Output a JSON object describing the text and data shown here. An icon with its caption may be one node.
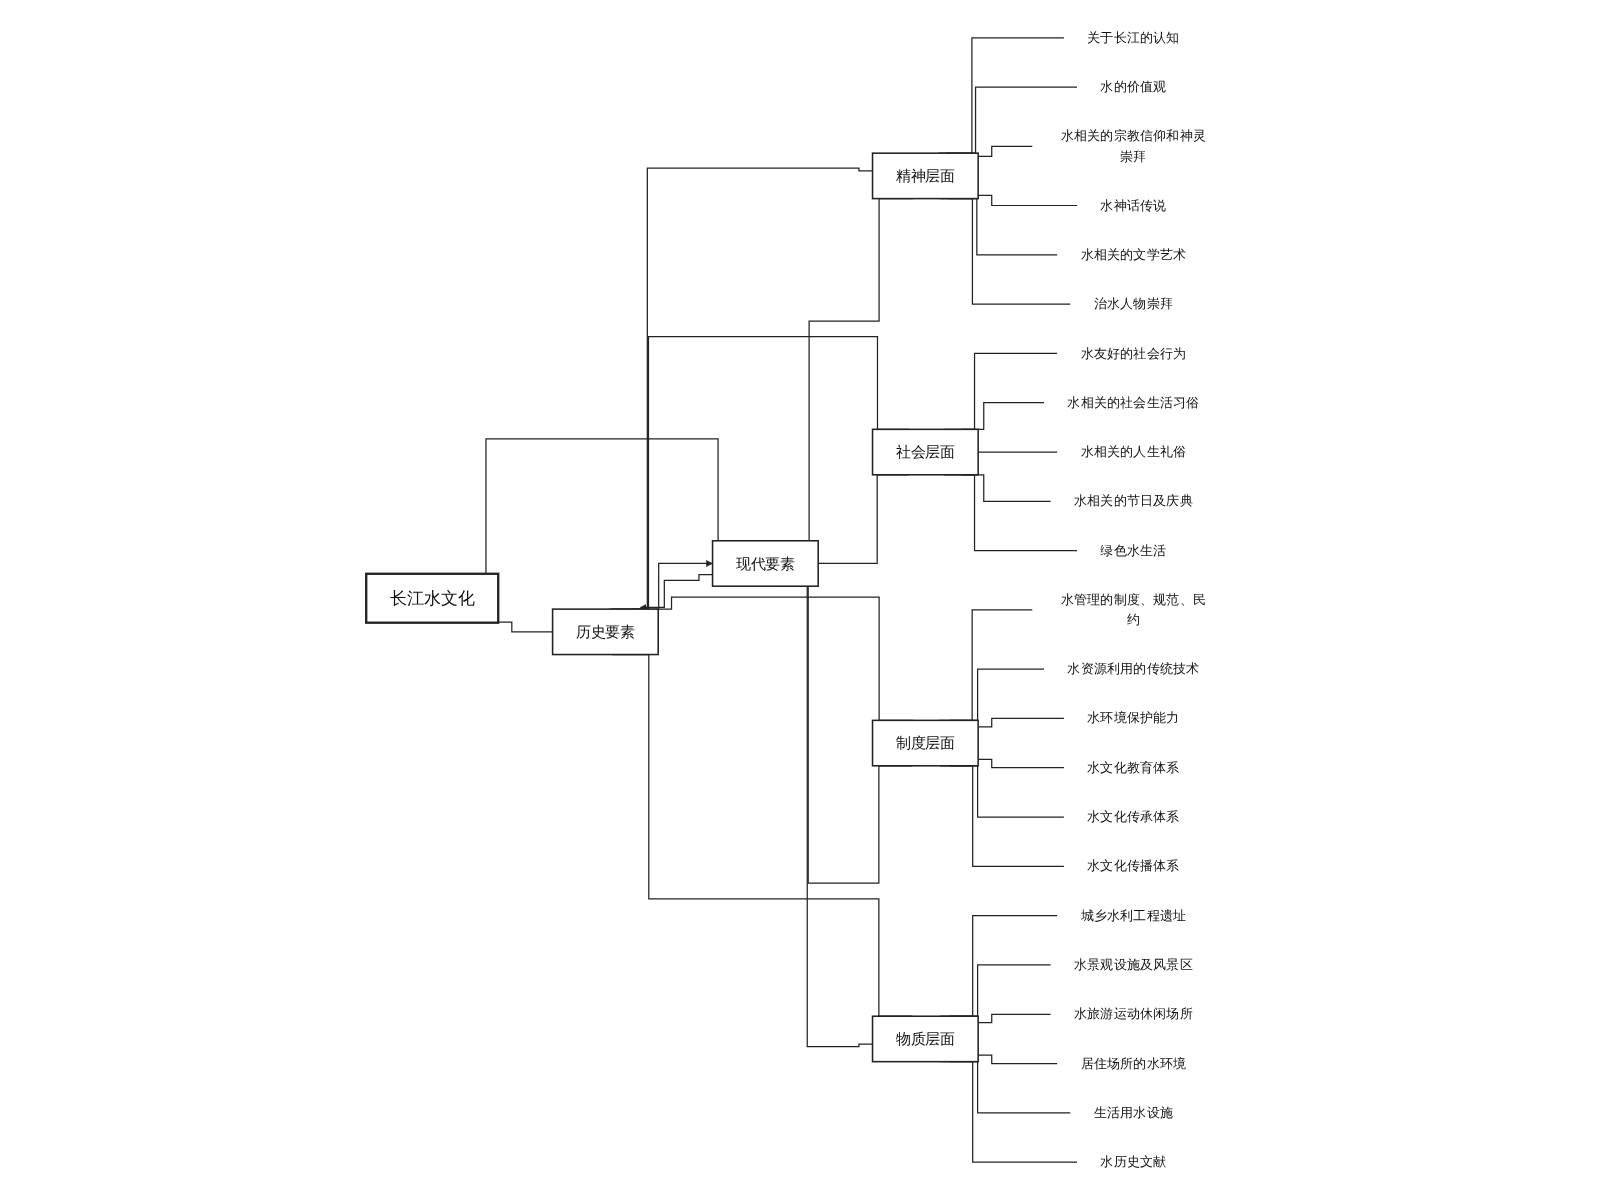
{
  "diagram": {
    "nodes": [
      {
        "text": [
          "长江水文化"
        ]
      },
      {
        "text": [
          "历史要素"
        ]
      },
      {
        "text": [
          "现代要素"
        ]
      },
      {
        "text": [
          "精神层面"
        ]
      },
      {
        "text": [
          "社会层面"
        ]
      },
      {
        "text": [
          "制度层面"
        ]
      },
      {
        "text": [
          "物质层面"
        ]
      },
      {
        "text": [
          "关于长江的认知"
        ]
      },
      {
        "text": [
          "水的价值观"
        ]
      },
      {
        "text": [
          "水相关的宗教信仰和神灵崇拜"
        ]
      },
      {
        "text": [
          "水神话传说"
        ]
      },
      {
        "text": [
          "水相关的文学艺术"
        ]
      },
      {
        "text": [
          "治水人物崇拜"
        ]
      },
      {
        "text": [
          "水友好的社会行为"
        ]
      },
      {
        "text": [
          "水相关的社会生活习俗"
        ]
      },
      {
        "text": [
          "水相关的人生礼俗"
        ]
      },
      {
        "text": [
          "水相关的节日及庆典"
        ]
      },
      {
        "text": [
          "绿色水生活"
        ]
      },
      {
        "text": [
          "水管理的制度、规范、民约"
        ]
      },
      {
        "text": [
          "水资源利用的传统技术"
        ]
      },
      {
        "text": [
          "水环境保护能力"
        ]
      },
      {
        "text": [
          "水文化教育体系"
        ]
      },
      {
        "text": [
          "水文化传承体系"
        ]
      },
      {
        "text": [
          "水文化传播体系"
        ]
      },
      {
        "text": [
          "城乡水利工程遗址"
        ]
      },
      {
        "text": [
          "水景观设施及风景区"
        ]
      },
      {
        "text": [
          "水旅游运动休闲场所"
        ]
      },
      {
        "text": [
          "居住场所的水环境"
        ]
      },
      {
        "text": [
          "生活用水设施"
        ]
      },
      {
        "text": [
          "水历史文献"
        ]
      }
    ],
    "edges": [
      {
        "from": 0,
        "to": 1,
        "arrow": "none"
      },
      {
        "from": 0,
        "to": 2,
        "arrow": "none"
      },
      {
        "from": 1,
        "to": 2,
        "arrow": "to"
      },
      {
        "from": 2,
        "to": 1,
        "arrow": "to"
      },
      {
        "from": 1,
        "to": 3,
        "arrow": "none"
      },
      {
        "from": 1,
        "to": 4,
        "arrow": "none"
      },
      {
        "from": 1,
        "to": 5,
        "arrow": "none"
      },
      {
        "from": 1,
        "to": 6,
        "arrow": "none"
      },
      {
        "from": 2,
        "to": 3,
        "arrow": "none"
      },
      {
        "from": 2,
        "to": 4,
        "arrow": "none"
      },
      {
        "from": 2,
        "to": 5,
        "arrow": "none"
      },
      {
        "from": 2,
        "to": 6,
        "arrow": "none"
      },
      {
        "from": 3,
        "to": 7,
        "arrow": "none"
      },
      {
        "from": 3,
        "to": 8,
        "arrow": "none"
      },
      {
        "from": 3,
        "to": 9,
        "arrow": "none"
      },
      {
        "from": 3,
        "to": 10,
        "arrow": "none"
      },
      {
        "from": 3,
        "to": 11,
        "arrow": "none"
      },
      {
        "from": 3,
        "to": 12,
        "arrow": "none"
      },
      {
        "from": 4,
        "to": 13,
        "arrow": "none"
      },
      {
        "from": 4,
        "to": 14,
        "arrow": "none"
      },
      {
        "from": 4,
        "to": 15,
        "arrow": "none"
      },
      {
        "from": 4,
        "to": 16,
        "arrow": "none"
      },
      {
        "from": 4,
        "to": 17,
        "arrow": "none"
      },
      {
        "from": 5,
        "to": 18,
        "arrow": "none"
      },
      {
        "from": 5,
        "to": 19,
        "arrow": "none"
      },
      {
        "from": 5,
        "to": 20,
        "arrow": "none"
      },
      {
        "from": 5,
        "to": 21,
        "arrow": "none"
      },
      {
        "from": 5,
        "to": 22,
        "arrow": "none"
      },
      {
        "from": 5,
        "to": 23,
        "arrow": "none"
      },
      {
        "from": 6,
        "to": 24,
        "arrow": "none"
      },
      {
        "from": 6,
        "to": 25,
        "arrow": "none"
      },
      {
        "from": 6,
        "to": 26,
        "arrow": "none"
      },
      {
        "from": 6,
        "to": 27,
        "arrow": "none"
      },
      {
        "from": 6,
        "to": 28,
        "arrow": "none"
      },
      {
        "from": 6,
        "to": 29,
        "arrow": "none"
      }
    ]
  }
}
